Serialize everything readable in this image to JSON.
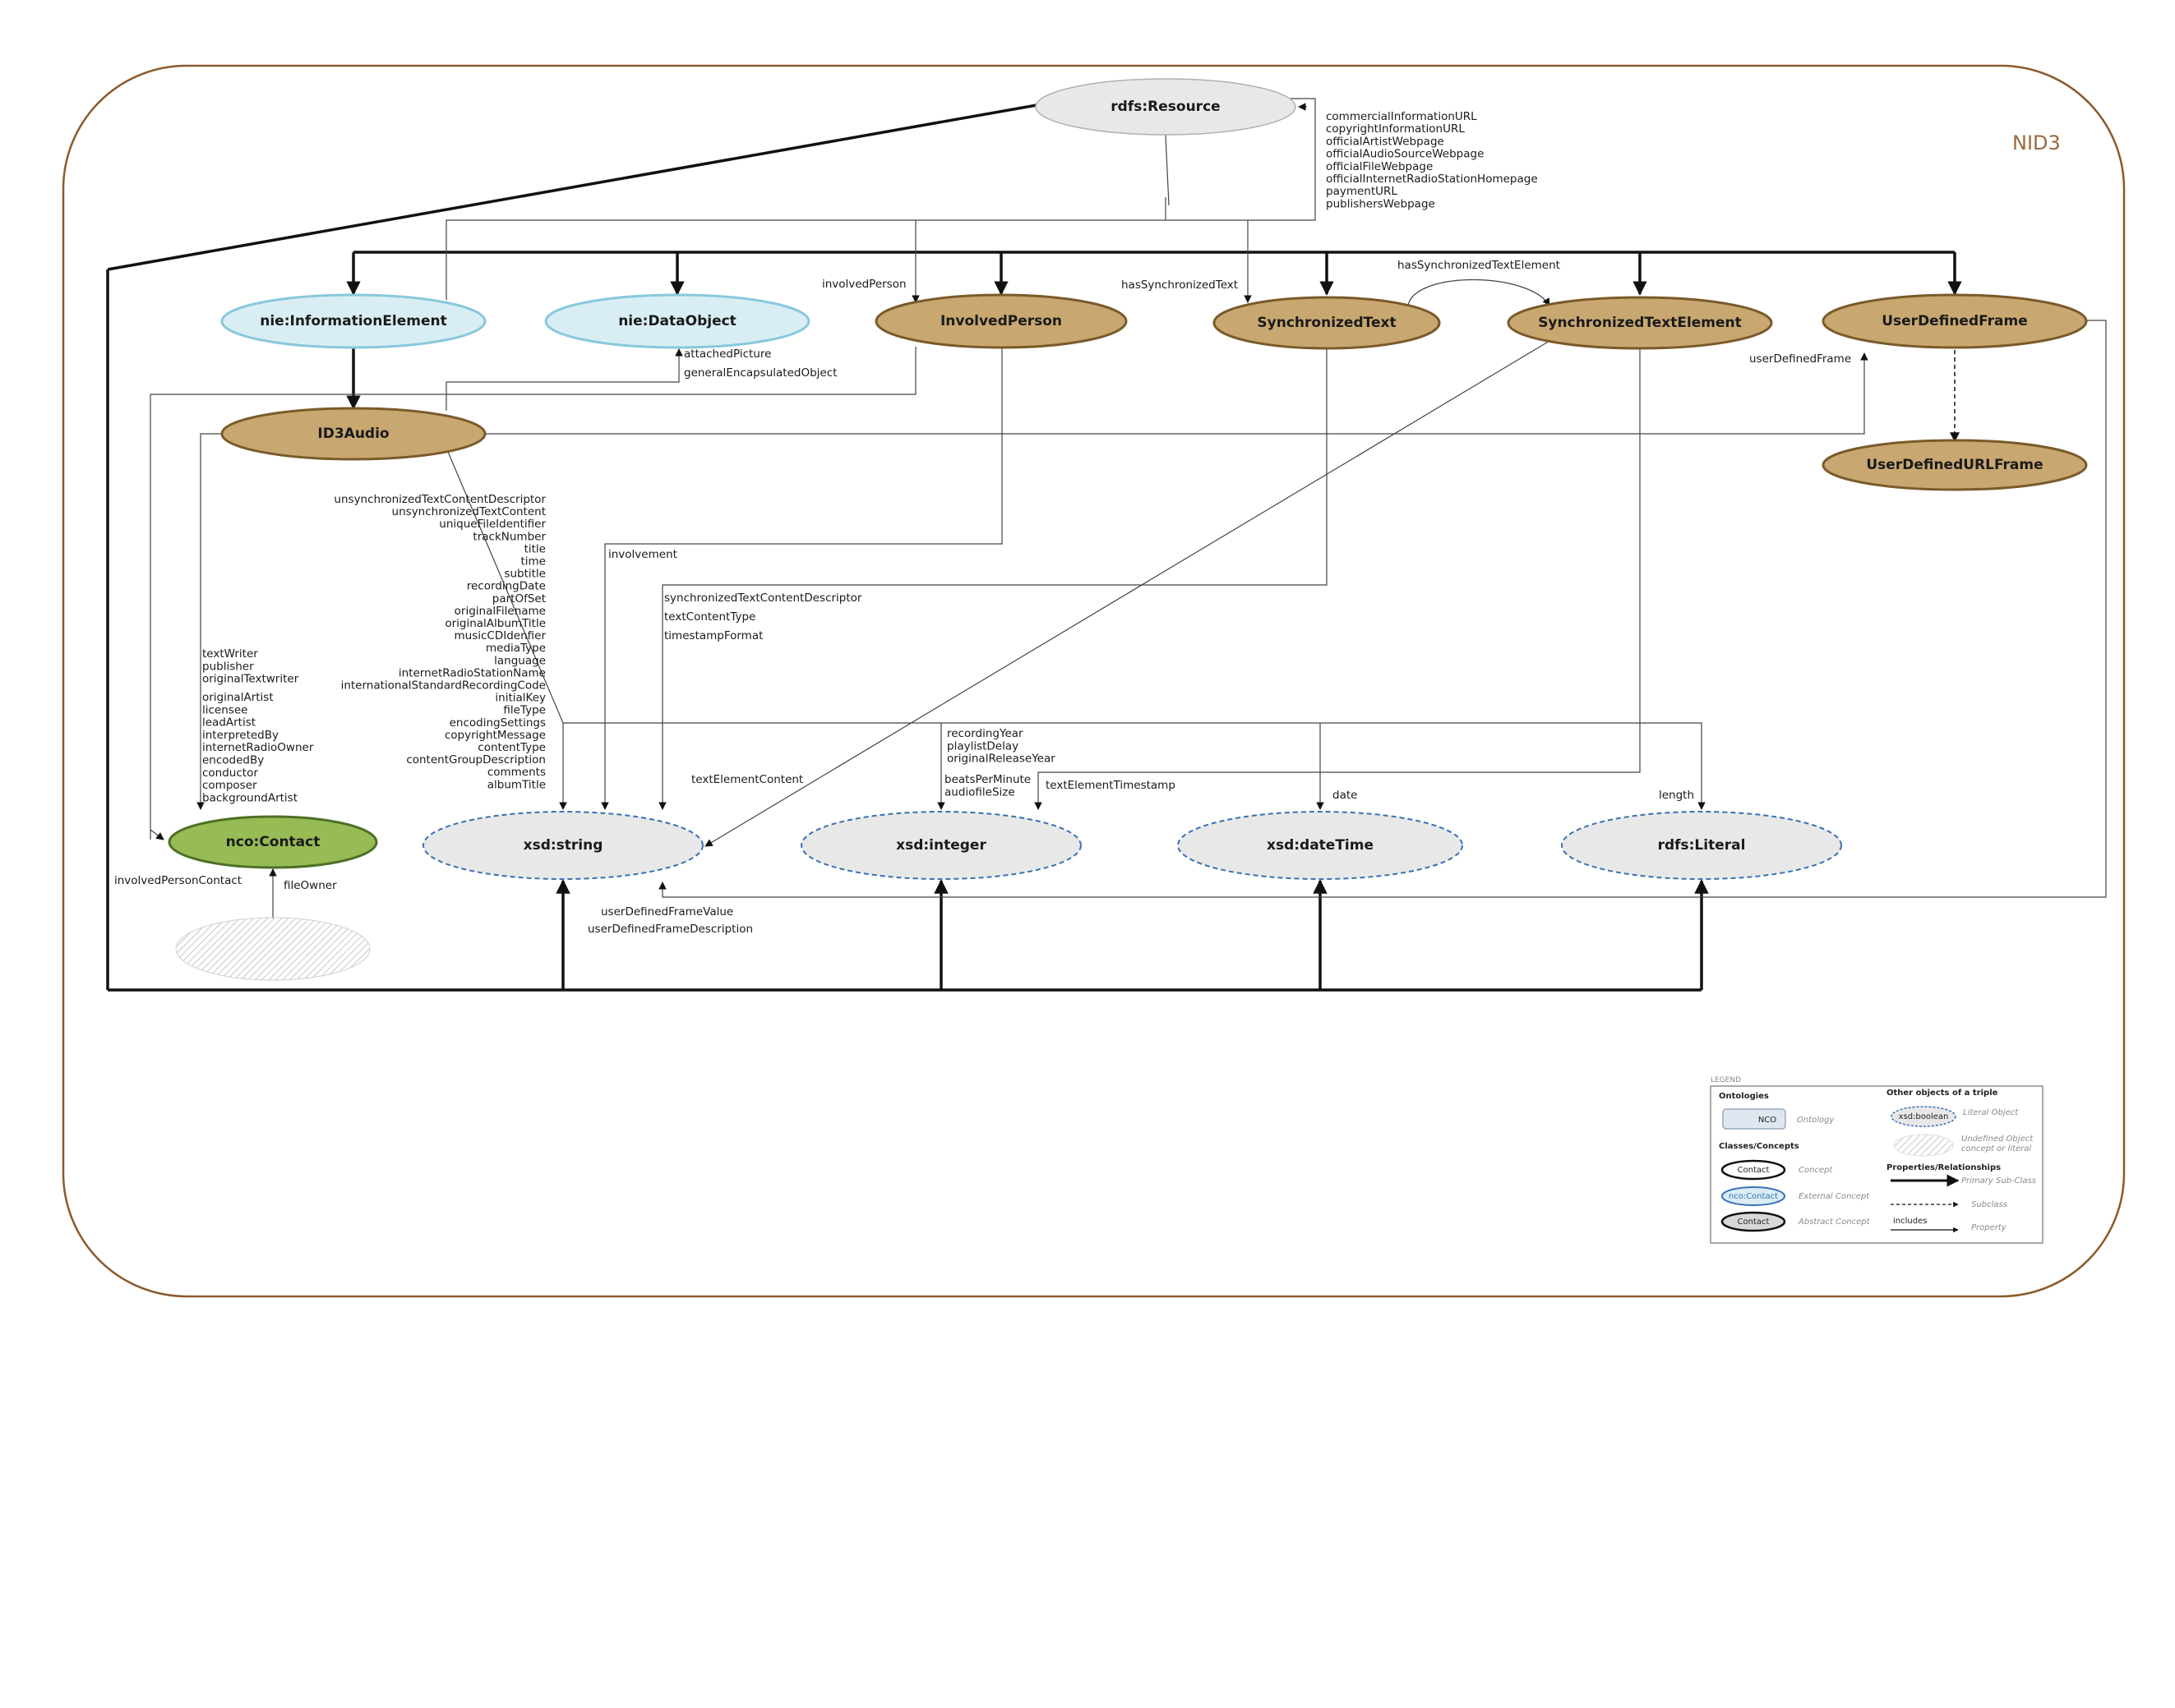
{
  "ontology_name": "NID3",
  "colors": {
    "frame": "#8b5a2b",
    "concept_fill": "#c8a870",
    "concept_stroke": "#7a5a2a",
    "external_fill": "#d9eef4",
    "external_stroke": "#88c8dc",
    "nco_fill": "#97bb55",
    "nco_stroke": "#4e6f25",
    "literal_fill": "#e8e8e8",
    "literal_stroke": "#3a6fb5",
    "resource_fill": "#e8e8e8"
  },
  "nodes": {
    "rdfs_resource": "rdfs:Resource",
    "nie_information_element": "nie:InformationElement",
    "nie_data_object": "nie:DataObject",
    "involved_person": "InvolvedPerson",
    "synchronized_text": "SynchronizedText",
    "synchronized_text_element": "SynchronizedTextElement",
    "user_defined_frame": "UserDefinedFrame",
    "id3audio": "ID3Audio",
    "user_defined_url_frame": "UserDefinedURLFrame",
    "nco_contact": "nco:Contact",
    "xsd_string": "xsd:string",
    "xsd_integer": "xsd:integer",
    "xsd_datetime": "xsd:dateTime",
    "rdfs_literal": "rdfs:Literal"
  },
  "labels": {
    "resource_props": [
      "commercialInformationURL",
      "copyrightInformationURL",
      "officialArtistWebpage",
      "officialAudioSourceWebpage",
      "officialFileWebpage",
      "officialInternetRadioStationHomepage",
      "paymentURL",
      "publishersWebpage"
    ],
    "involved_person": "involvedPerson",
    "has_synchronized_text": "hasSynchronizedText",
    "has_synchronized_text_element": "hasSynchronizedTextElement",
    "user_defined_frame": "userDefinedFrame",
    "attached_picture": "attachedPicture",
    "general_encapsulated_object": "generalEncapsulatedObject",
    "string_props": [
      "unsynchronizedTextContentDescriptor",
      "unsynchronizedTextContent",
      "uniqueFileIdentifier",
      "trackNumber",
      "title",
      "time",
      "subtitle",
      "recordingDate",
      "partOfSet",
      "originalFilename",
      "originalAlbumTitle",
      "musicCDIdenfier",
      "mediaType",
      "language",
      "internetRadioStationName",
      "internationalStandardRecordingCode",
      "initialKey",
      "fileType",
      "encodingSettings",
      "copyrightMessage",
      "contentType",
      "contentGroupDescription",
      "comments",
      "albumTitle"
    ],
    "contact_props_1": [
      "textWriter",
      "publisher",
      "originalTextwriter"
    ],
    "contact_props_2": [
      "originalArtist",
      "licensee",
      "leadArtist",
      "interpretedBy",
      "internetRadioOwner",
      "encodedBy",
      "conductor",
      "composer",
      "backgroundArtist"
    ],
    "involvement": "involvement",
    "sync_text_props": [
      "synchronizedTextContentDescriptor",
      "textContentType",
      "timestampFormat"
    ],
    "text_element_content": "textElementContent",
    "integer_props_1": [
      "recordingYear",
      "playlistDelay",
      "originalReleaseYear"
    ],
    "integer_props_2": [
      "beatsPerMinute",
      "audiofileSize"
    ],
    "text_element_timestamp": "textElementTimestamp",
    "date": "date",
    "length": "length",
    "involved_person_contact": "involvedPersonContact",
    "file_owner": "fileOwner",
    "user_defined_frame_value": "userDefinedFrameValue",
    "user_defined_frame_description": "userDefinedFrameDescription"
  },
  "legend": {
    "title": "LEGEND",
    "ontologies": "Ontologies",
    "ontology_sample": "NCO",
    "ontology_caption": "Ontology",
    "classes": "Classes/Concepts",
    "concept_sample": "Contact",
    "concept_caption": "Concept",
    "external_sample": "nco:Contact",
    "external_caption": "External Concept",
    "abstract_sample": "Contact",
    "abstract_caption": "Abstract Concept",
    "other_objects": "Other objects of a triple",
    "literal_sample": "xsd:boolean",
    "literal_caption": "Literal Object",
    "undefined_caption_1": "Undefined Object",
    "undefined_caption_2": "concept or literal",
    "properties": "Properties/Relationships",
    "primary_caption": "Primary Sub-Class",
    "subclass_caption": "Subclass",
    "includes_sample": "includes",
    "property_caption": "Property"
  }
}
